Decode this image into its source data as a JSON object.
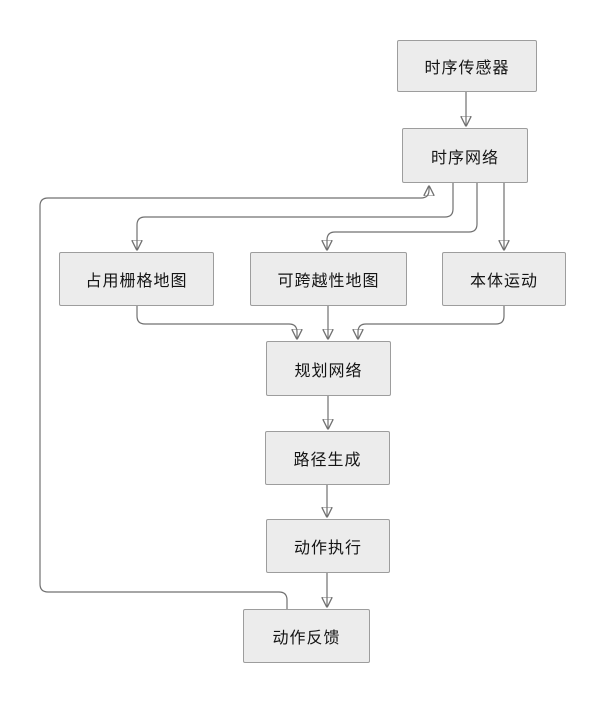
{
  "diagram": {
    "title": "",
    "background_color": "#ffffff",
    "node_fill_color": "#ececec",
    "node_border_color": "#9d9d9d",
    "edge_color": "#707070",
    "arrowhead_color": "#4a4a4a",
    "nodes": [
      {
        "id": "temporal-sensor",
        "label": "时序传感器"
      },
      {
        "id": "temporal-network",
        "label": "时序网络"
      },
      {
        "id": "occupancy-grid-map",
        "label": "占用栅格地图"
      },
      {
        "id": "traversability-map",
        "label": "可跨越性地图"
      },
      {
        "id": "body-motion",
        "label": "本体运动"
      },
      {
        "id": "planning-network",
        "label": "规划网络"
      },
      {
        "id": "path-generation",
        "label": "路径生成"
      },
      {
        "id": "action-execution",
        "label": "动作执行"
      },
      {
        "id": "action-feedback",
        "label": "动作反馈"
      }
    ],
    "edges": [
      {
        "from": "时序传感器",
        "to": "时序网络"
      },
      {
        "from": "时序网络",
        "to": "占用栅格地图"
      },
      {
        "from": "时序网络",
        "to": "可跨越性地图"
      },
      {
        "from": "时序网络",
        "to": "本体运动"
      },
      {
        "from": "占用栅格地图",
        "to": "规划网络"
      },
      {
        "from": "可跨越性地图",
        "to": "规划网络"
      },
      {
        "from": "本体运动",
        "to": "规划网络"
      },
      {
        "from": "规划网络",
        "to": "路径生成"
      },
      {
        "from": "路径生成",
        "to": "动作执行"
      },
      {
        "from": "动作执行",
        "to": "动作反馈"
      },
      {
        "from": "动作反馈",
        "to": "时序网络"
      }
    ]
  }
}
